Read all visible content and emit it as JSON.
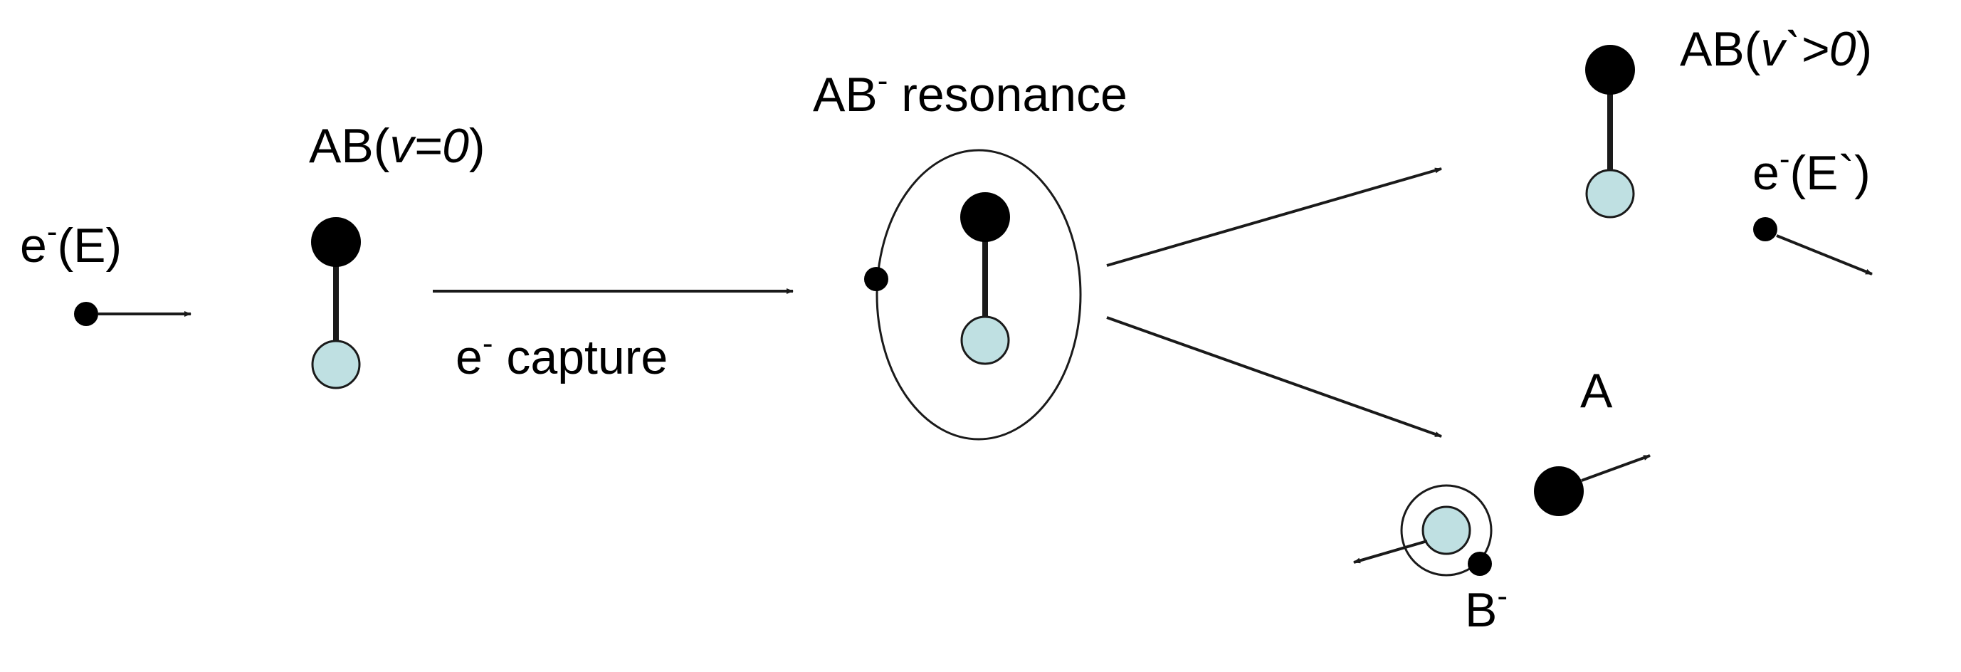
{
  "colors": {
    "electron": "#000000",
    "atom_A": "#000000",
    "atom_B": "#bfe0e2",
    "stroke": "#1a1a1a",
    "background": "#ffffff"
  },
  "labels": {
    "incoming_electron": {
      "base": "e",
      "sup": "-",
      "rest": "(E)"
    },
    "ground_molecule": {
      "pre": "AB(",
      "italic": "v=0",
      "post": ")"
    },
    "capture": {
      "base": "e",
      "sup": "-",
      "rest": " capture"
    },
    "resonance": {
      "base": "AB",
      "sup": "-",
      "rest": " resonance"
    },
    "excited_molecule": {
      "pre": "AB(",
      "italic": "v`>0",
      "post": ")"
    },
    "scattered_electron": {
      "base": "e",
      "sup": "-",
      "rest": "(E`)"
    },
    "fragment_A": "A",
    "fragment_B_anion": {
      "base": "B",
      "sup": "-"
    }
  }
}
